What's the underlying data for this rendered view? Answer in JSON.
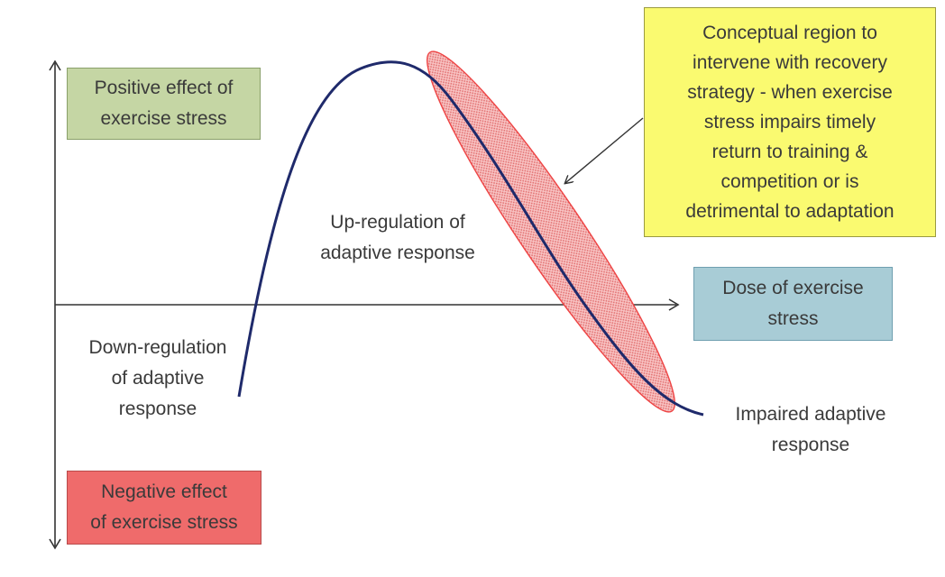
{
  "colors": {
    "positive_box": "#c5d6a4",
    "negative_box": "#ef6b6b",
    "dose_box": "#a8ccd6",
    "callout_box": "#fafa70",
    "curve": "#1f2a6b",
    "highlight_fill": "#f7b8b8",
    "highlight_stroke": "#ee4444",
    "axis": "#333333"
  },
  "boxes": {
    "positive": "Positive effect of\nexercise stress",
    "negative": "Negative effect\nof exercise stress",
    "dose": "Dose of exercise\nstress",
    "callout": "Conceptual region to\nintervene with recovery\nstrategy - when exercise\nstress impairs timely\nreturn to training &\ncompetition or is\ndetrimental to adaptation"
  },
  "labels": {
    "up_regulation": "Up-regulation of\nadaptive response",
    "down_regulation": "Down-regulation\nof adaptive\nresponse",
    "impaired": "Impaired adaptive\nresponse"
  }
}
